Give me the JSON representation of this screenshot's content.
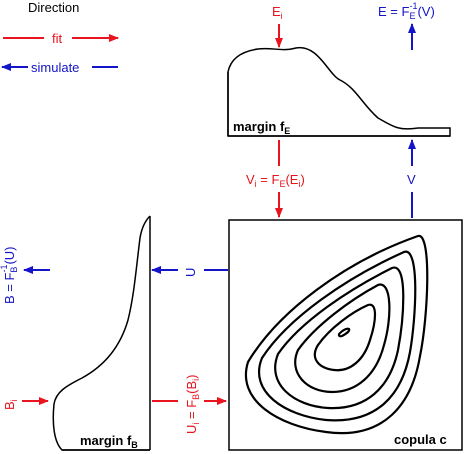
{
  "legend": {
    "title": "Direction",
    "fit": "fit",
    "simulate": "simulate"
  },
  "margin_e": {
    "label_main": "margin f",
    "label_sub": "E"
  },
  "margin_b": {
    "label_main": "margin f",
    "label_sub": "B"
  },
  "copula": {
    "label": "copula c"
  },
  "arrows": {
    "ei": {
      "main": "E",
      "sub": "i"
    },
    "e_inv": {
      "main": "E = F",
      "sub": "E",
      "sup": "-1",
      "rest": "(V)"
    },
    "vi": {
      "main": "V",
      "sub1": "i",
      "mid": " = F",
      "sub2": "E",
      "open": "(E",
      "sub3": "i",
      "close": ")"
    },
    "v": {
      "main": "V"
    },
    "u": {
      "main": "U"
    },
    "b_inv": {
      "main": "B = F",
      "sub": "B",
      "sup": "-1",
      "rest": "(U)"
    },
    "bi": {
      "main": "B",
      "sub": "i"
    },
    "ui": {
      "main": "U",
      "sub1": "i",
      "mid": " = F",
      "sub2": "B",
      "open": "(B",
      "sub3": "i",
      "close": ")"
    }
  },
  "colors": {
    "fit": "#e8141e",
    "simulate": "#1414c8",
    "line": "#000000"
  }
}
